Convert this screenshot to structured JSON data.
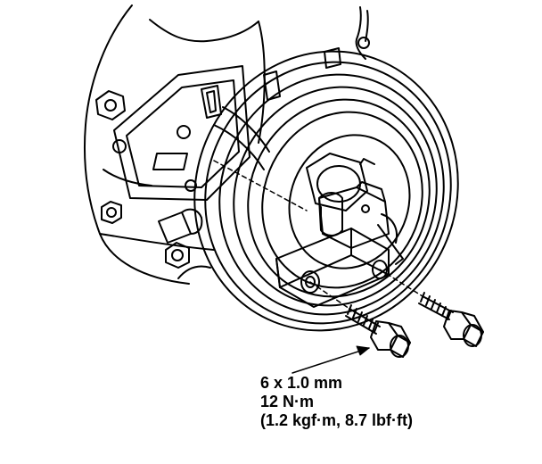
{
  "callout": {
    "size": "6 x 1.0 mm",
    "torque_nm": "12 N·m",
    "torque_alt": "(1.2 kgf·m, 8.7 lbf·ft)"
  },
  "colors": {
    "line": "#000000",
    "background": "#ffffff"
  }
}
